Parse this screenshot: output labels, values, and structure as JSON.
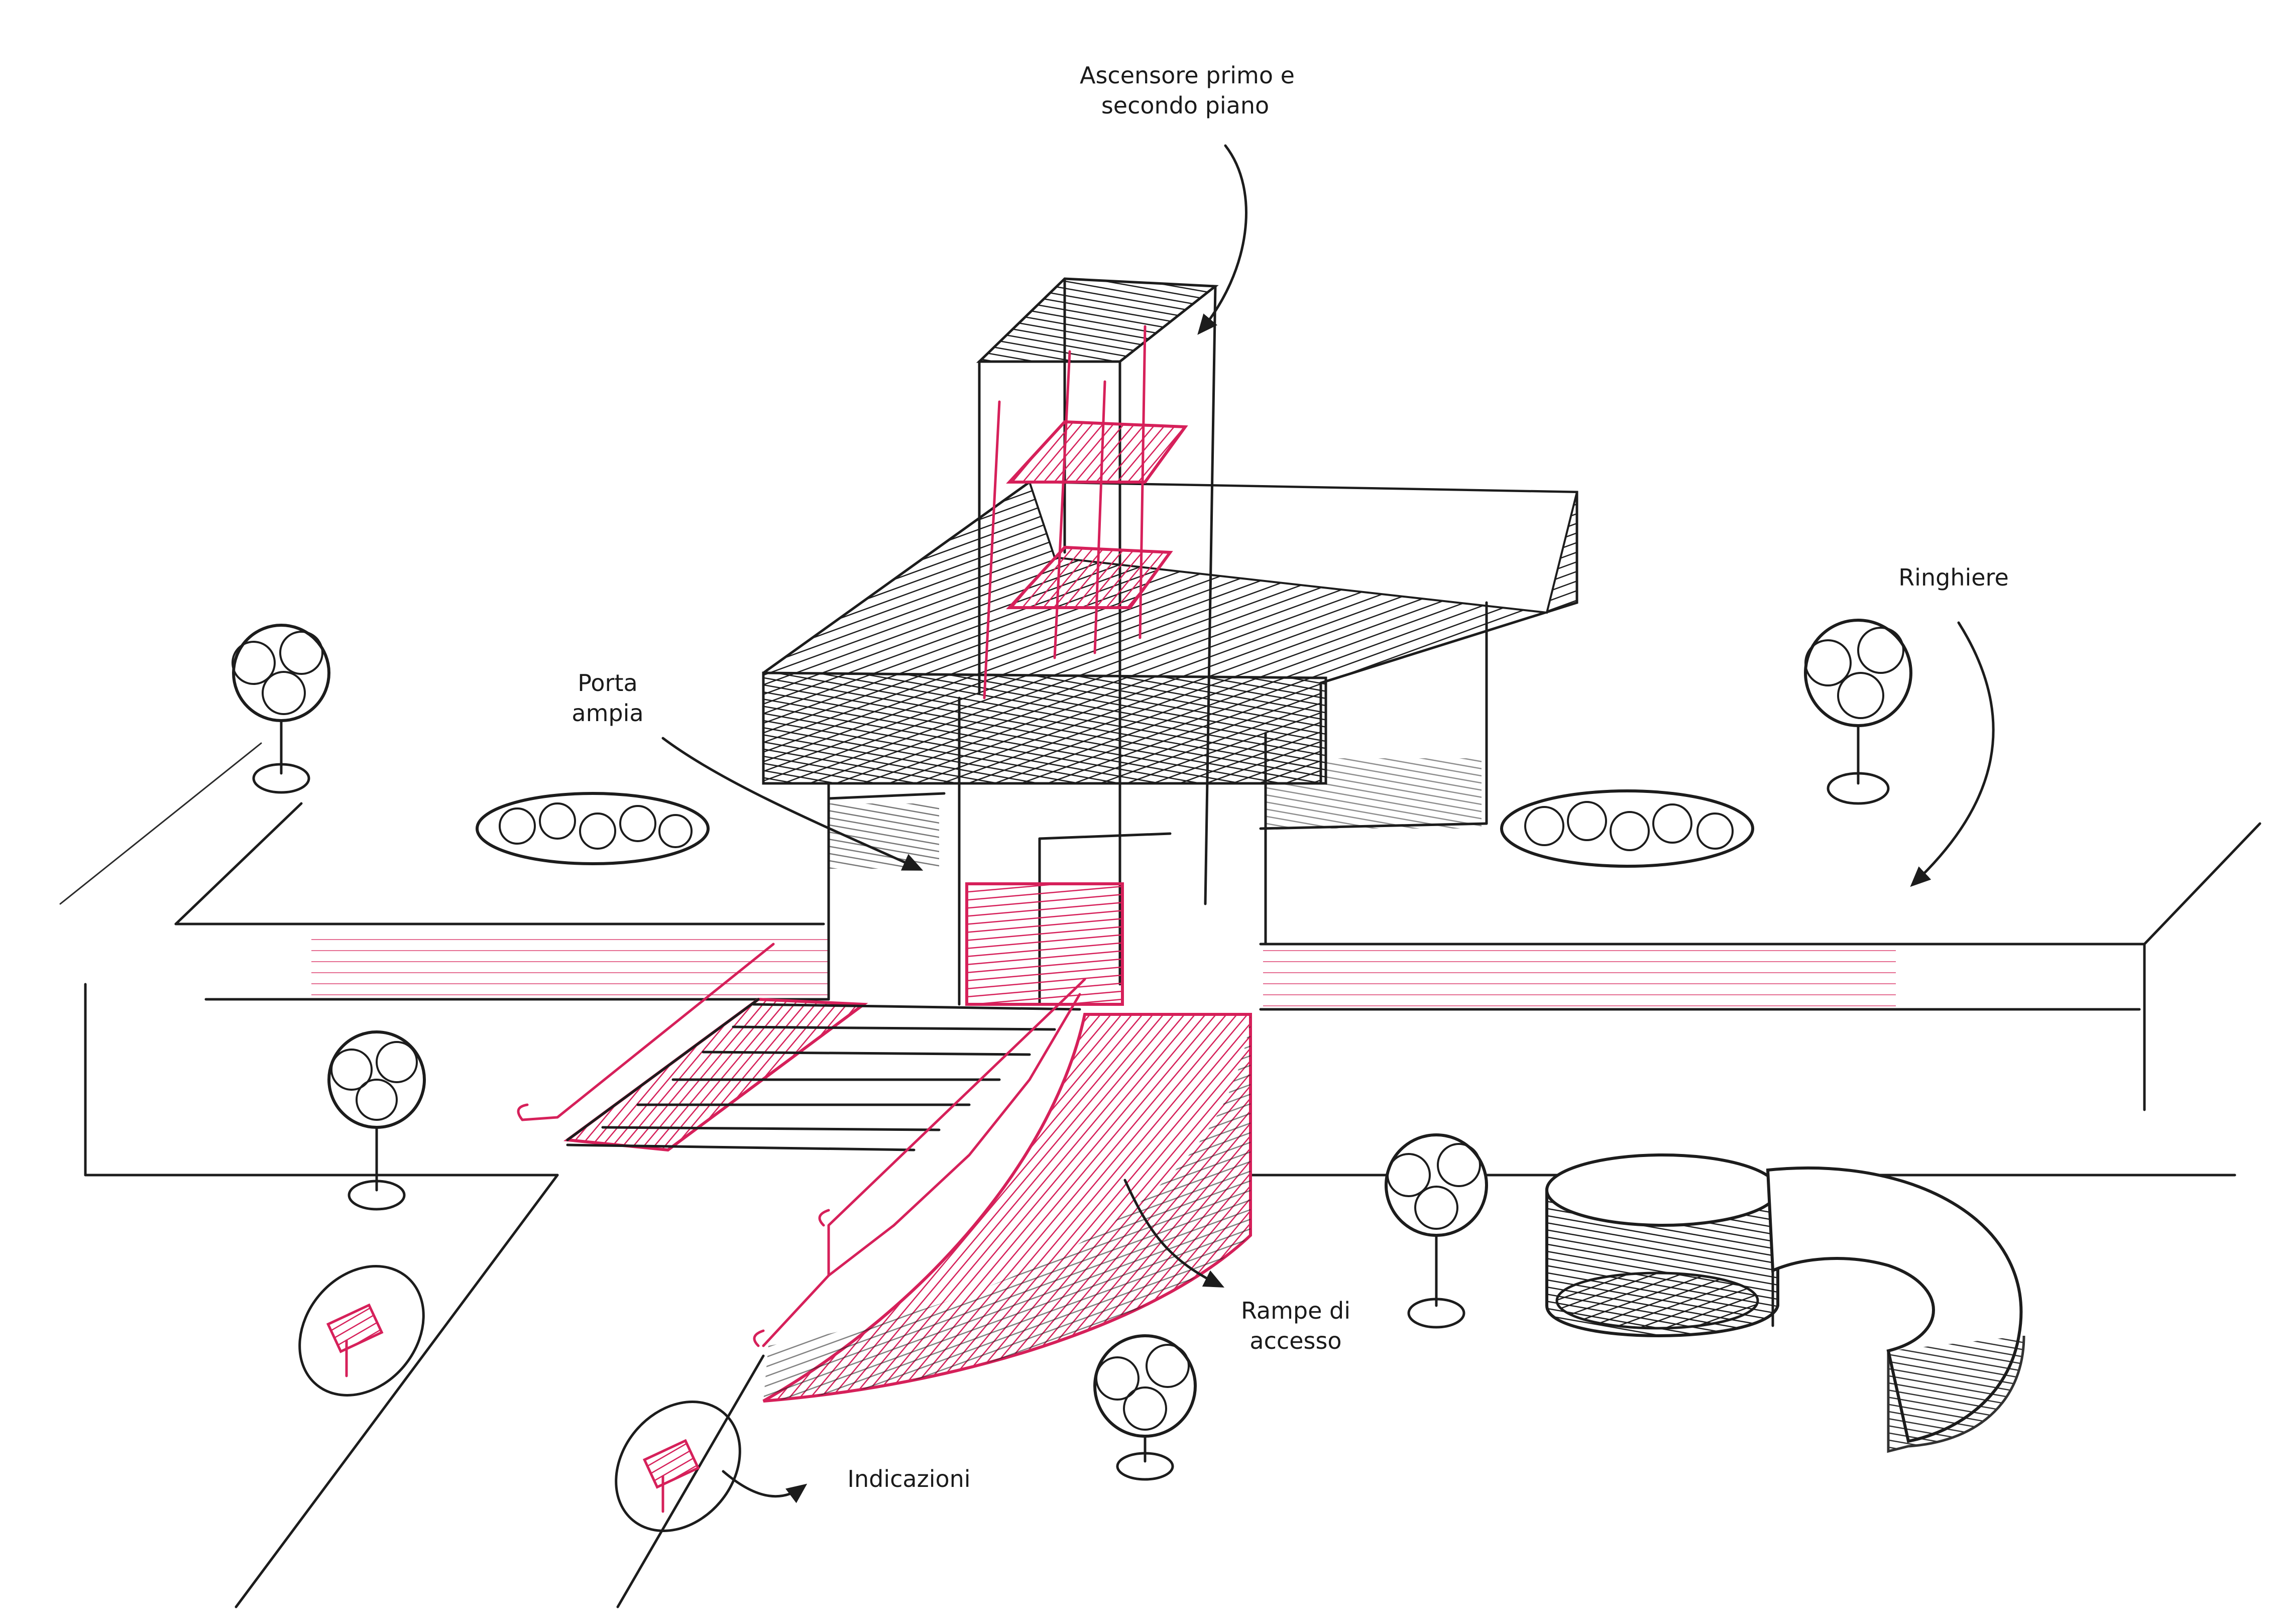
{
  "annotations": {
    "elevator": {
      "line1": "Ascensore primo e",
      "line2": "secondo piano"
    },
    "door": {
      "line1": "Porta",
      "line2": "ampia"
    },
    "railings": {
      "text": "Ringhiere"
    },
    "ramps": {
      "line1": "Rampe di",
      "line2": "accesso"
    },
    "signs": {
      "text": "Indicazioni"
    }
  },
  "colors": {
    "ink": "#1c1c1c",
    "accent_red": "#d6205a",
    "paper": "#ffffff"
  },
  "icons": [
    "tree-icon",
    "shrub-icon",
    "sign-icon",
    "arrow-icon"
  ]
}
